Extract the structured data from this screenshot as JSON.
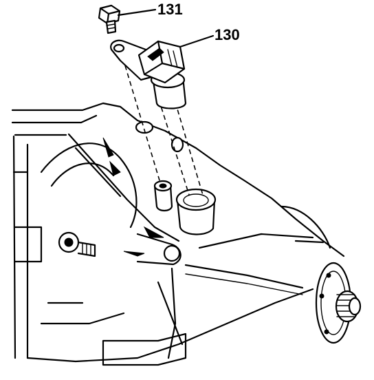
{
  "diagram": {
    "callouts": [
      {
        "id": "bolt",
        "label": "131"
      },
      {
        "id": "sensor",
        "label": "130"
      }
    ]
  }
}
